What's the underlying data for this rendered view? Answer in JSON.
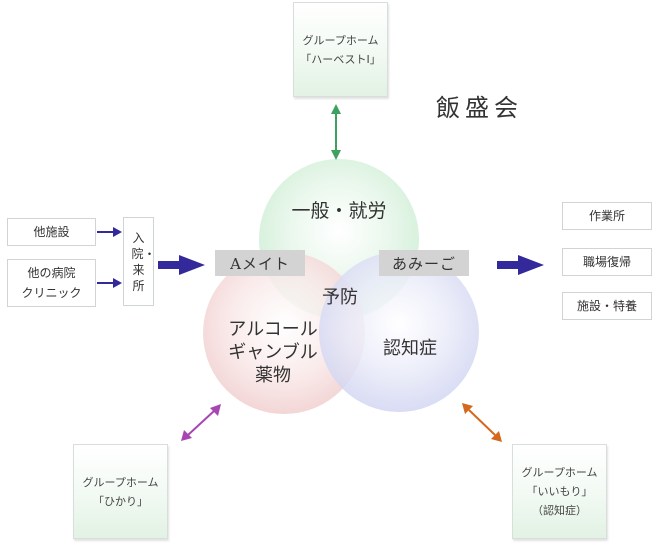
{
  "org_title": "飯盛会",
  "center_label": "予防",
  "circles": {
    "top": "一般・就労",
    "left": "アルコール\nギャンブル\n薬物",
    "right": "認知症"
  },
  "tags": {
    "left": "Aメイト",
    "right": "あみーご"
  },
  "inputs": {
    "sources": [
      "他施設",
      "他の病院\nクリニック"
    ],
    "admission": "入院・来所"
  },
  "outputs": [
    "作業所",
    "職場復帰",
    "施設・特養"
  ],
  "group_homes": {
    "top": "グループホーム\n「ハーベストI」",
    "bottom_left": "グループホーム\n「ひかり」",
    "bottom_right": "グループホーム\n「いいもり」\n（認知症）"
  },
  "colors": {
    "arrow_navy": "#33299a",
    "arrow_green": "#3fa160",
    "arrow_purple": "#a845b3",
    "arrow_orange": "#d4681e",
    "circle_green": "#d8f0dc",
    "circle_red": "#f6dcdc",
    "circle_blue": "#dde0f6"
  }
}
